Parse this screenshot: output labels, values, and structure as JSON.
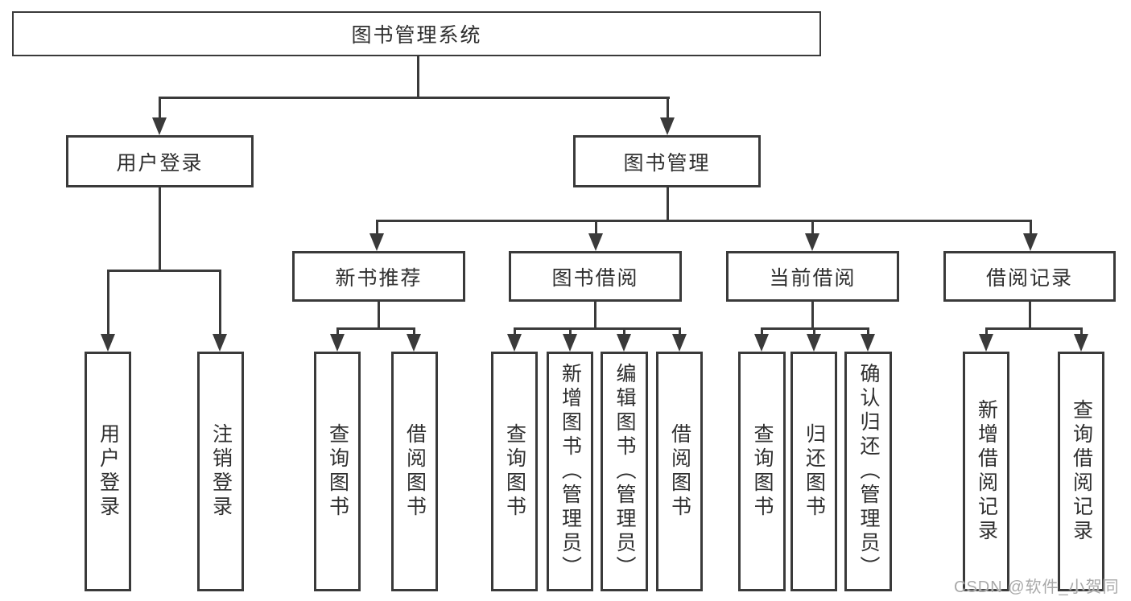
{
  "colors": {
    "line": "#3a3a3a",
    "text": "#2f2f2f",
    "watermark": "#a9a9a9",
    "background": "#ffffff"
  },
  "tree": {
    "root": {
      "label": "图书管理系统"
    },
    "branches": [
      {
        "label": "用户登录",
        "children": [
          "用户登录",
          "注销登录"
        ]
      },
      {
        "label": "图书管理",
        "children": [
          {
            "label": "新书推荐",
            "children": [
              "查询图书",
              "借阅图书"
            ]
          },
          {
            "label": "图书借阅",
            "children": [
              "查询图书",
              "新增图书（管理员）",
              "编辑图书（管理员）",
              "借阅图书"
            ]
          },
          {
            "label": "当前借阅",
            "children": [
              "查询图书",
              "归还图书",
              "确认归还（管理员）"
            ]
          },
          {
            "label": "借阅记录",
            "children": [
              "新增借阅记录",
              "查询借阅记录"
            ]
          }
        ]
      }
    ]
  },
  "watermark": "CSDN @软件_小贺同学"
}
